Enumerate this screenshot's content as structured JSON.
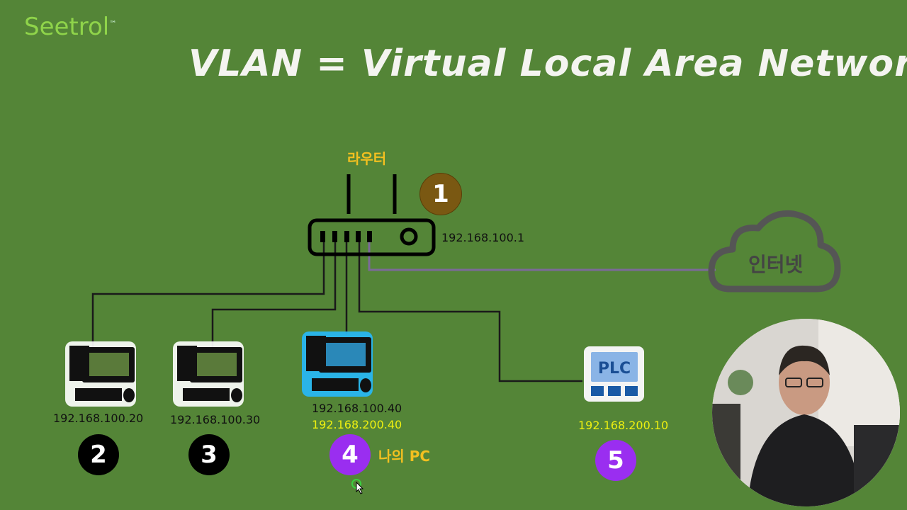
{
  "logo": {
    "text": "Seetrol",
    "tm": "™"
  },
  "title": "VLAN = Virtual Local Area Network",
  "router": {
    "label": "라우터",
    "ip": "192.168.100.1",
    "badge": "1"
  },
  "internet": {
    "label": "인터넷"
  },
  "pcs": [
    {
      "ips": [
        "192.168.100.20"
      ],
      "badge": "2"
    },
    {
      "ips": [
        "192.168.100.30"
      ],
      "badge": "3"
    },
    {
      "ips": [
        "192.168.100.40",
        "192.168.200.40"
      ],
      "badge": "4",
      "tag": "나의 PC"
    }
  ],
  "plc": {
    "text": "PLC",
    "ip": "192.168.200.10",
    "badge": "5"
  },
  "colors": {
    "background": "#548537",
    "title": "#f4f4f0",
    "accent": "#f3c020",
    "ip_highlight": "#eef010",
    "badge_purple": "#9a2ef0",
    "badge_brown": "#7a5812",
    "internet_line": "#7b6a99"
  }
}
